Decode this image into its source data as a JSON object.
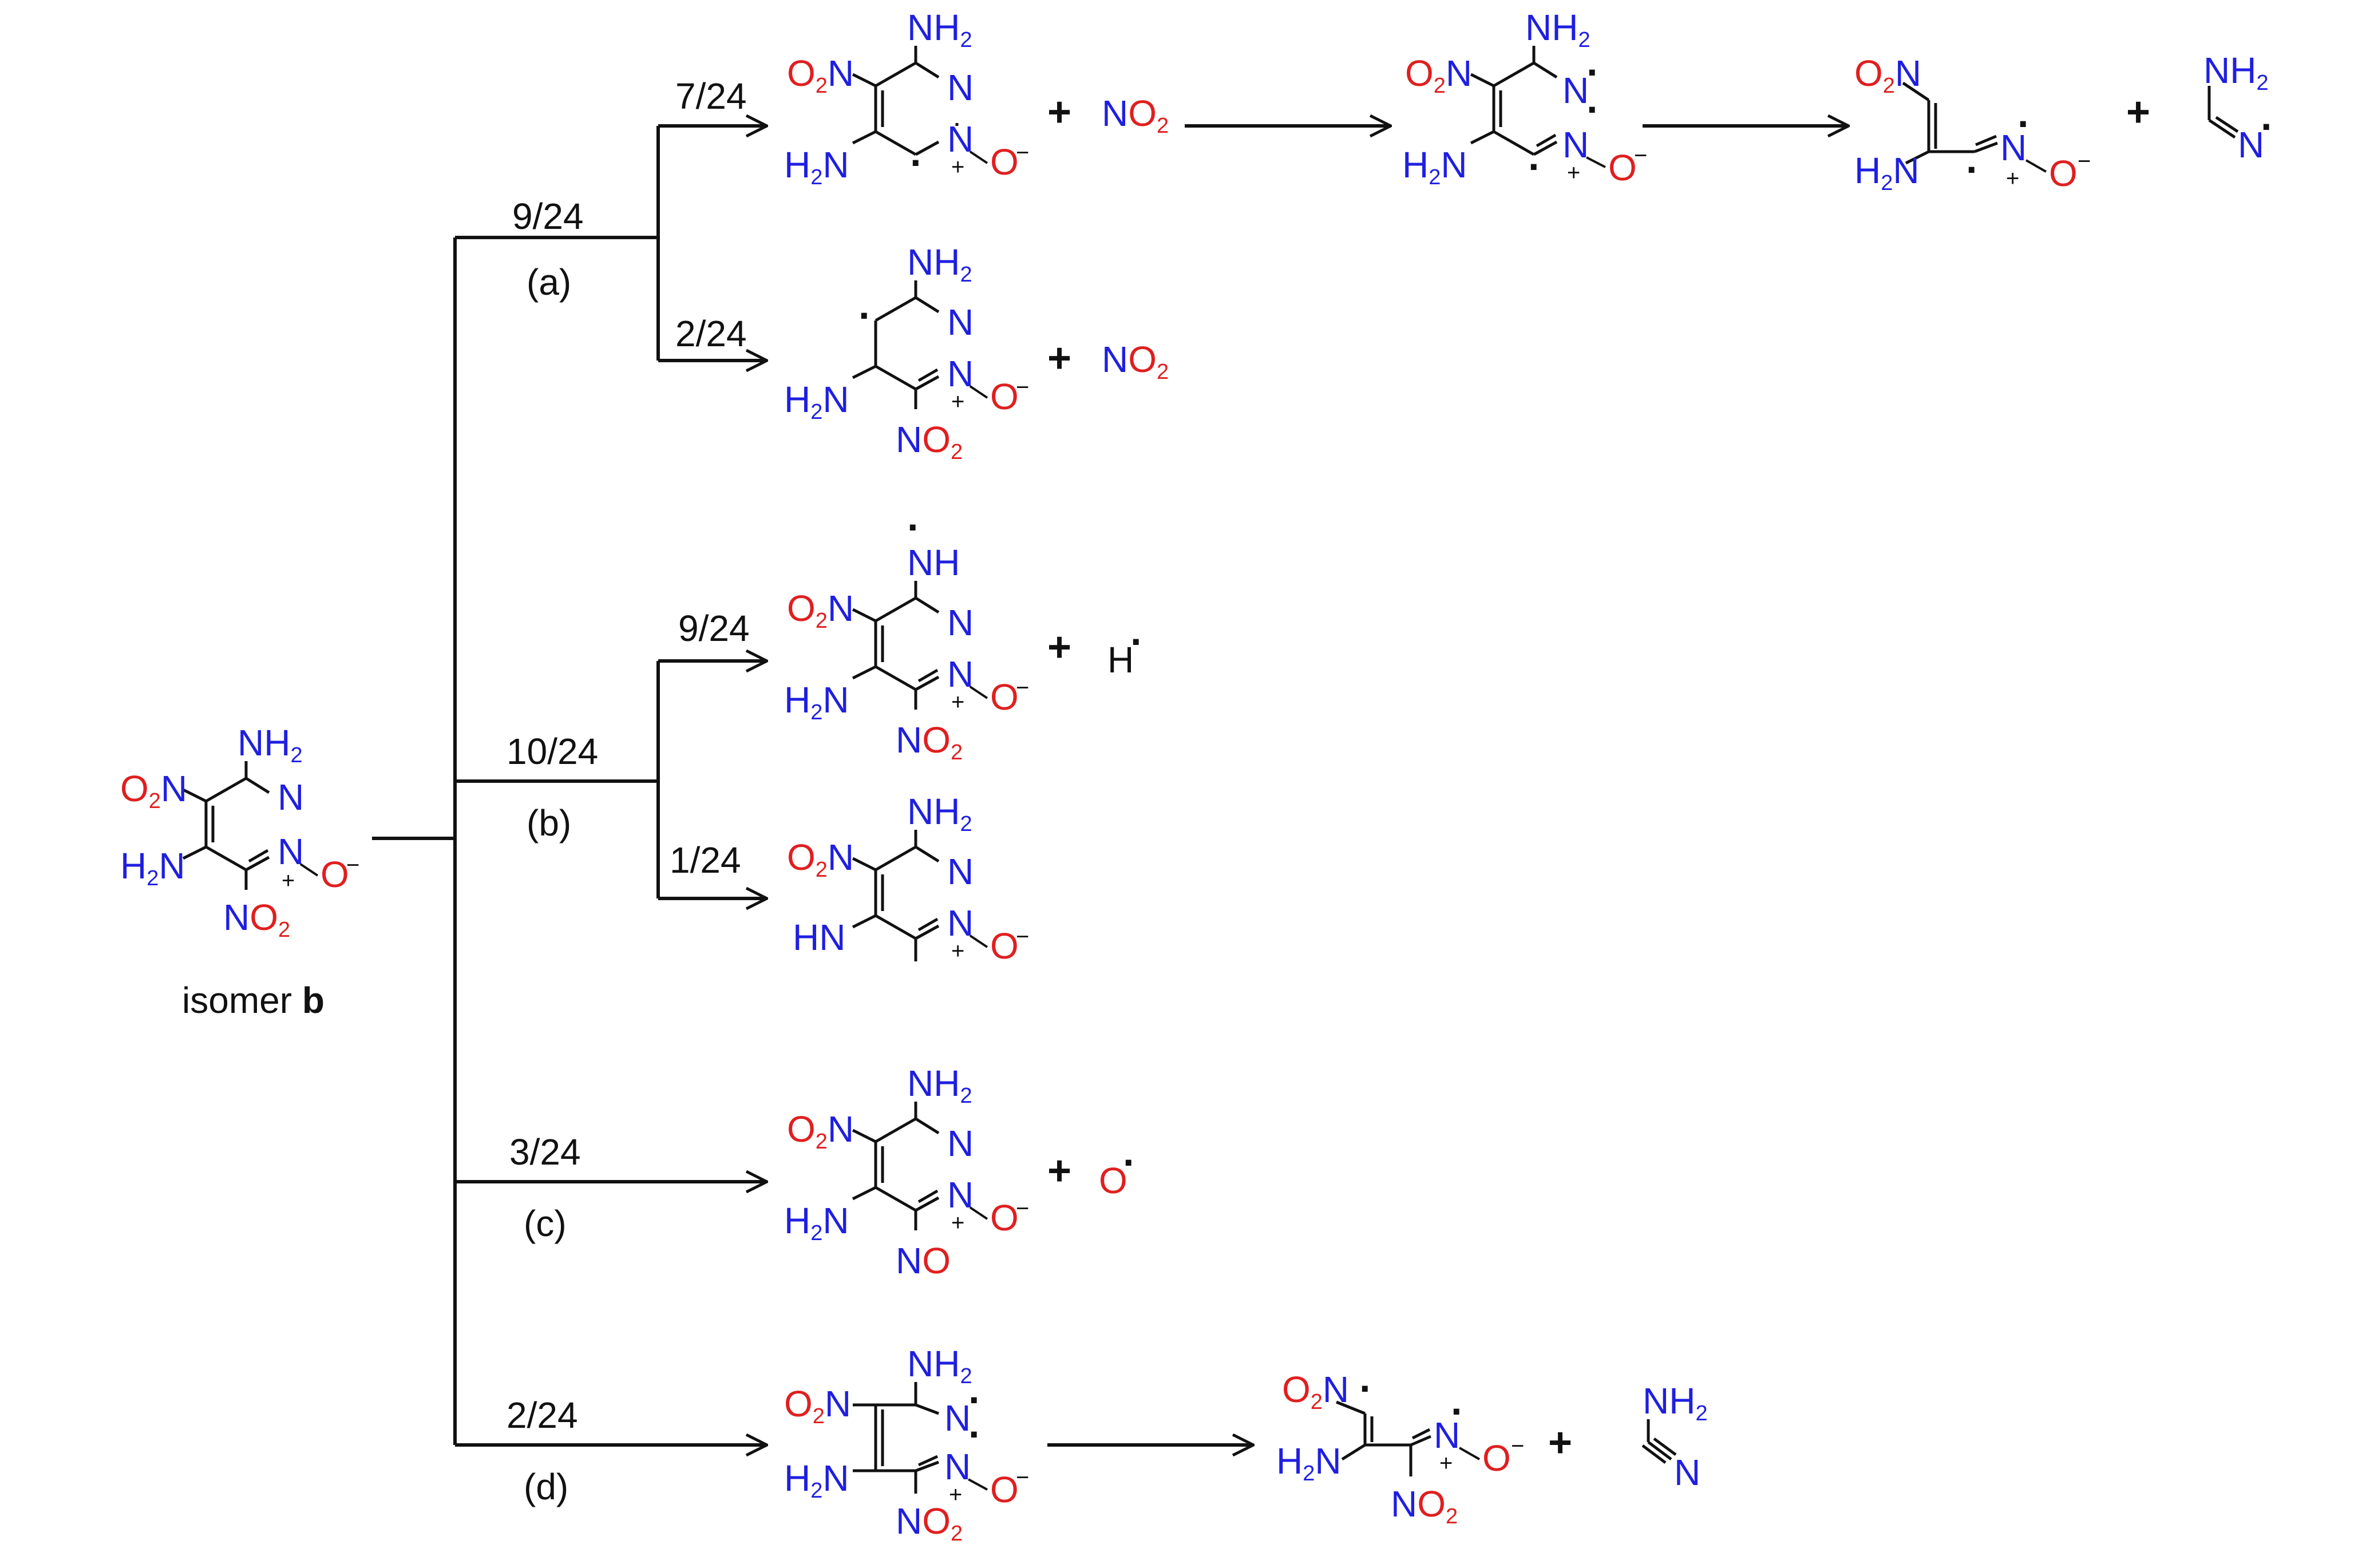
{
  "start": {
    "label_prefix": "isomer ",
    "label_bold": "b"
  },
  "branches": {
    "a": {
      "tag": "(a)",
      "fraction": "9/24",
      "sub1_fraction": "7/24",
      "sub2_fraction": "2/24"
    },
    "b": {
      "tag": "(b)",
      "fraction": "10/24",
      "sub1_fraction": "9/24",
      "sub2_fraction": "1/24"
    },
    "c": {
      "tag": "(c)",
      "fraction": "3/24"
    },
    "d": {
      "tag": "(d)",
      "fraction": "2/24"
    }
  },
  "products": {
    "a1_byproduct": "NO2",
    "a2_byproduct": "NO2",
    "b1_byproduct": "H",
    "c_byproduct": "O",
    "plus_sign": "+"
  },
  "colors": {
    "nitrogen": "#1f1fe0",
    "oxygen": "#e01f1f",
    "carbon_bond": "#111111"
  }
}
